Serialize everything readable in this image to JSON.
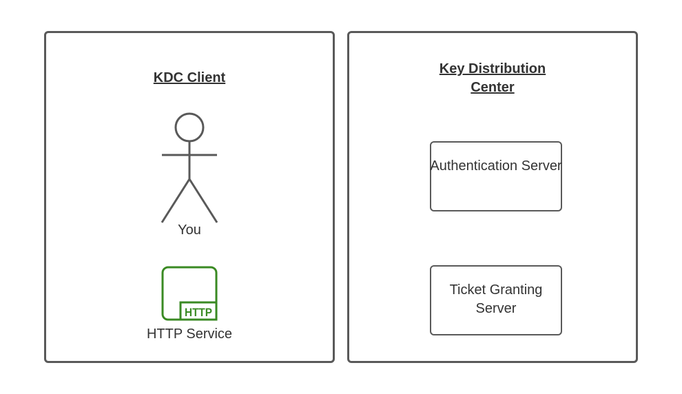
{
  "client": {
    "title": "KDC Client",
    "actor_label": "You",
    "service_label": "HTTP Service",
    "service_badge": "HTTP",
    "service_color": "#3a8a23"
  },
  "kdc": {
    "title": "Key Distribution Center",
    "servers": [
      {
        "label": "Authentication Server"
      },
      {
        "label": "Ticket Granting Server"
      }
    ]
  }
}
